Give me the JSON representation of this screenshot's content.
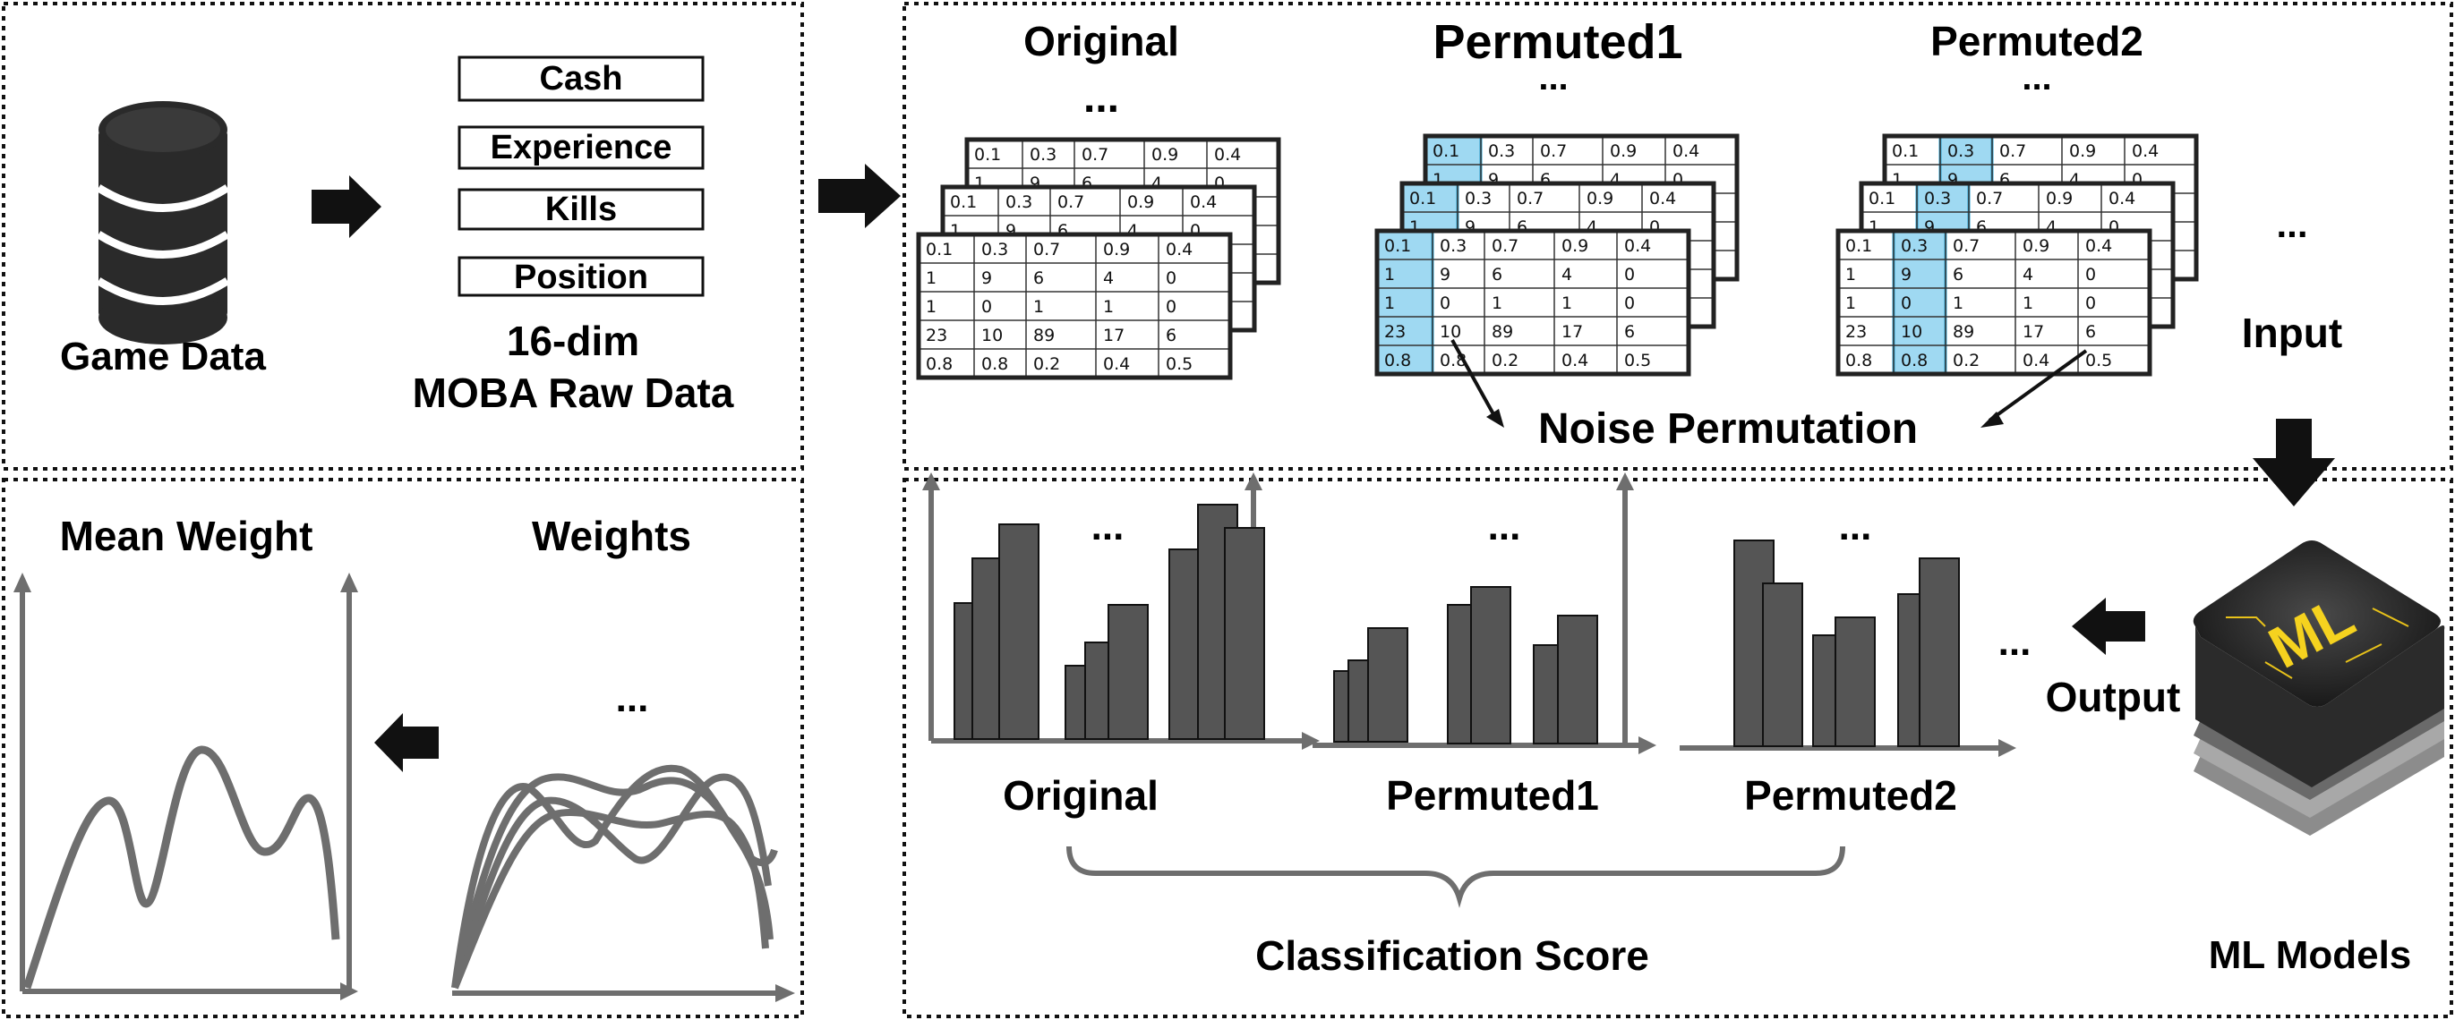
{
  "panel_data": {
    "game_data_label": "Game Data",
    "raw_title_line1": "16-dim",
    "raw_title_line2": "MOBA Raw Data",
    "features": [
      "Cash",
      "Experience",
      "Kills",
      "Position"
    ]
  },
  "panel_input": {
    "original_label": "Original",
    "permuted1_label": "Permuted1",
    "permuted2_label": "Permuted2",
    "dots": "...",
    "input_label": "Input",
    "noise_label": "Noise Permutation",
    "table": [
      [
        "0.1",
        "0.3",
        "0.7",
        "0.9",
        "0.4"
      ],
      [
        "1",
        "9",
        "6",
        "4",
        "0"
      ],
      [
        "1",
        "0",
        "1",
        "1",
        "0"
      ],
      [
        "23",
        "10",
        "89",
        "17",
        "6"
      ],
      [
        "0.8",
        "0.8",
        "0.2",
        "0.4",
        "0.5"
      ]
    ],
    "highlight_color": "#9fd9f2",
    "highlight_border": "#2fa6d6"
  },
  "panel_scores": {
    "original_label": "Original",
    "permuted1_label": "Permuted1",
    "permuted2_label": "Permuted2",
    "classification_label": "Classification Score",
    "dots": "...",
    "output_label": "Output",
    "ml_models_label": "ML Models",
    "ml_icon_text": "ML",
    "bar_color": "#555555"
  },
  "panel_weights": {
    "mean_weight_label": "Mean Weight",
    "weights_label": "Weights",
    "dots": "..."
  }
}
